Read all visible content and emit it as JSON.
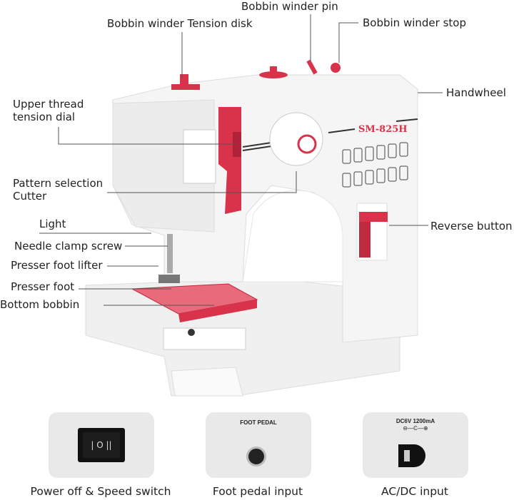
{
  "model": "SM-825H",
  "labels": {
    "bobbin_winder_tension_disk": "Bobbin winder Tension disk",
    "bobbin_winder_pin": "Bobbin winder pin",
    "bobbin_winder_stop": "Bobbin winder stop",
    "handwheel": "Handwheel",
    "upper_thread_tension_dial_1": "Upper thread",
    "upper_thread_tension_dial_2": "tension dial",
    "pattern_selection": "Pattern selection",
    "cutter": "Cutter",
    "light": "Light",
    "needle_clamp_screw": "Needle clamp screw",
    "presser_foot_lifter": "Presser foot lifter",
    "presser_foot": "Presser foot",
    "bottom_bobbin": "Bottom bobbin",
    "reverse_button": "Reverse button"
  },
  "details": [
    {
      "caption": "Power off & Speed switch",
      "panel_text": "",
      "switch_symbols": "| O ||"
    },
    {
      "caption": "Foot pedal input",
      "panel_text": "FOOT PEDAL"
    },
    {
      "caption": "AC/DC input",
      "panel_text": "DC6V 1200mA",
      "polarity": "⊖—Ͼ—⊕"
    }
  ],
  "colors": {
    "accent": "#d8334a",
    "body": "#f4f4f4",
    "panel": "#e9e9e9"
  }
}
